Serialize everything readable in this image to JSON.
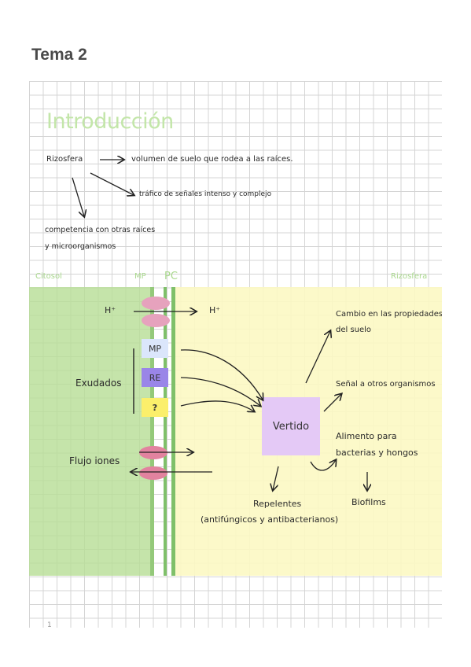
{
  "page": {
    "title": "Tema 2",
    "page_mark": "1"
  },
  "intro": {
    "heading": "Introducción",
    "rizosfera_word": "Rizosfera",
    "rizosfera_def": "volumen de suelo que rodea a las raíces.",
    "trafico": "tráfico de señales intenso y complejo",
    "competencia_1": "competencia con otras raíces",
    "competencia_2": "y microorganismos"
  },
  "diagram": {
    "zones": {
      "citosol": "Citosol",
      "mp": "MP",
      "pc": "PC",
      "rizosfera": "Rizosfera"
    },
    "h_left": "H⁺",
    "h_right": "H⁺",
    "exudados": "Exudados",
    "boxes": {
      "mp": "MP",
      "re": "RE",
      "unknown": "?"
    },
    "flujo_iones": "Flujo iones",
    "vertido": "Vertido",
    "outcomes": {
      "cambio_1": "Cambio en las propiedades",
      "cambio_2": "del suelo",
      "senal": "Señal a otros organismos",
      "alimento_1": "Alimento para",
      "alimento_2": "bacterias y hongos",
      "biofilms": "Biofilms",
      "repelentes_1": "Repelentes",
      "repelentes_2": "(antifúngicos y antibacterianos)"
    },
    "colors": {
      "cytosol": "#b7dd95",
      "soil": "#fcf8c3",
      "transporter": "#e6a2bd",
      "mp_box": "#dbe6fb",
      "re_box": "#9a85e8",
      "unknown_box": "#fbef6b",
      "vertido_box": "#e4c9f6"
    }
  }
}
